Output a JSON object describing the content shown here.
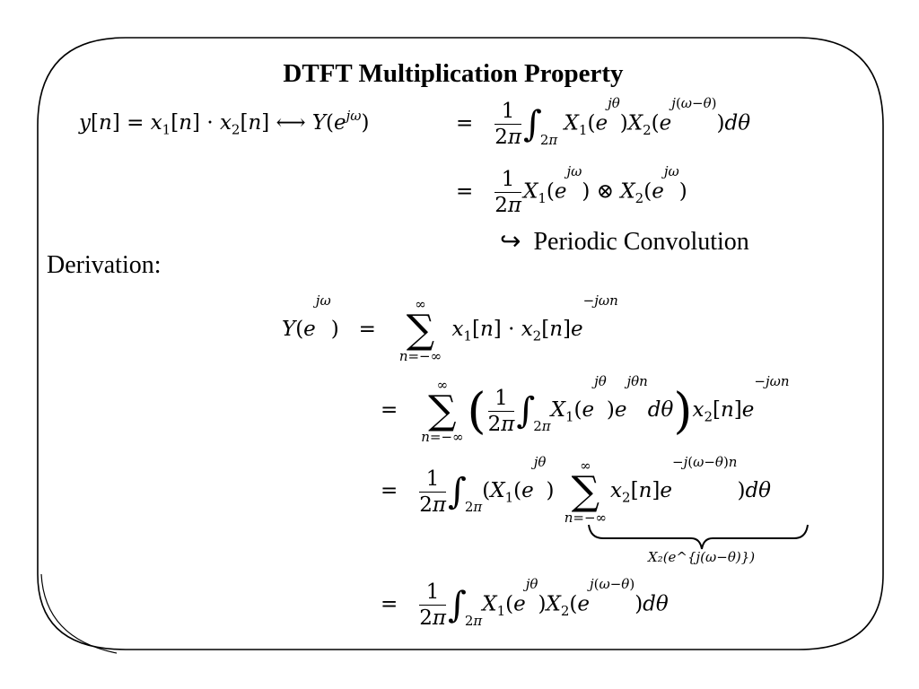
{
  "slide": {
    "title": "DTFT Multiplication Property",
    "periodic_label": "Periodic Convolution",
    "derivation_label": "Derivation:",
    "hook_arrow": "↪",
    "underbrace_label": "X₂(e^{j(ω−θ)})"
  },
  "colors": {
    "frame": "#000000",
    "text": "#000000",
    "background": "#ffffff"
  }
}
